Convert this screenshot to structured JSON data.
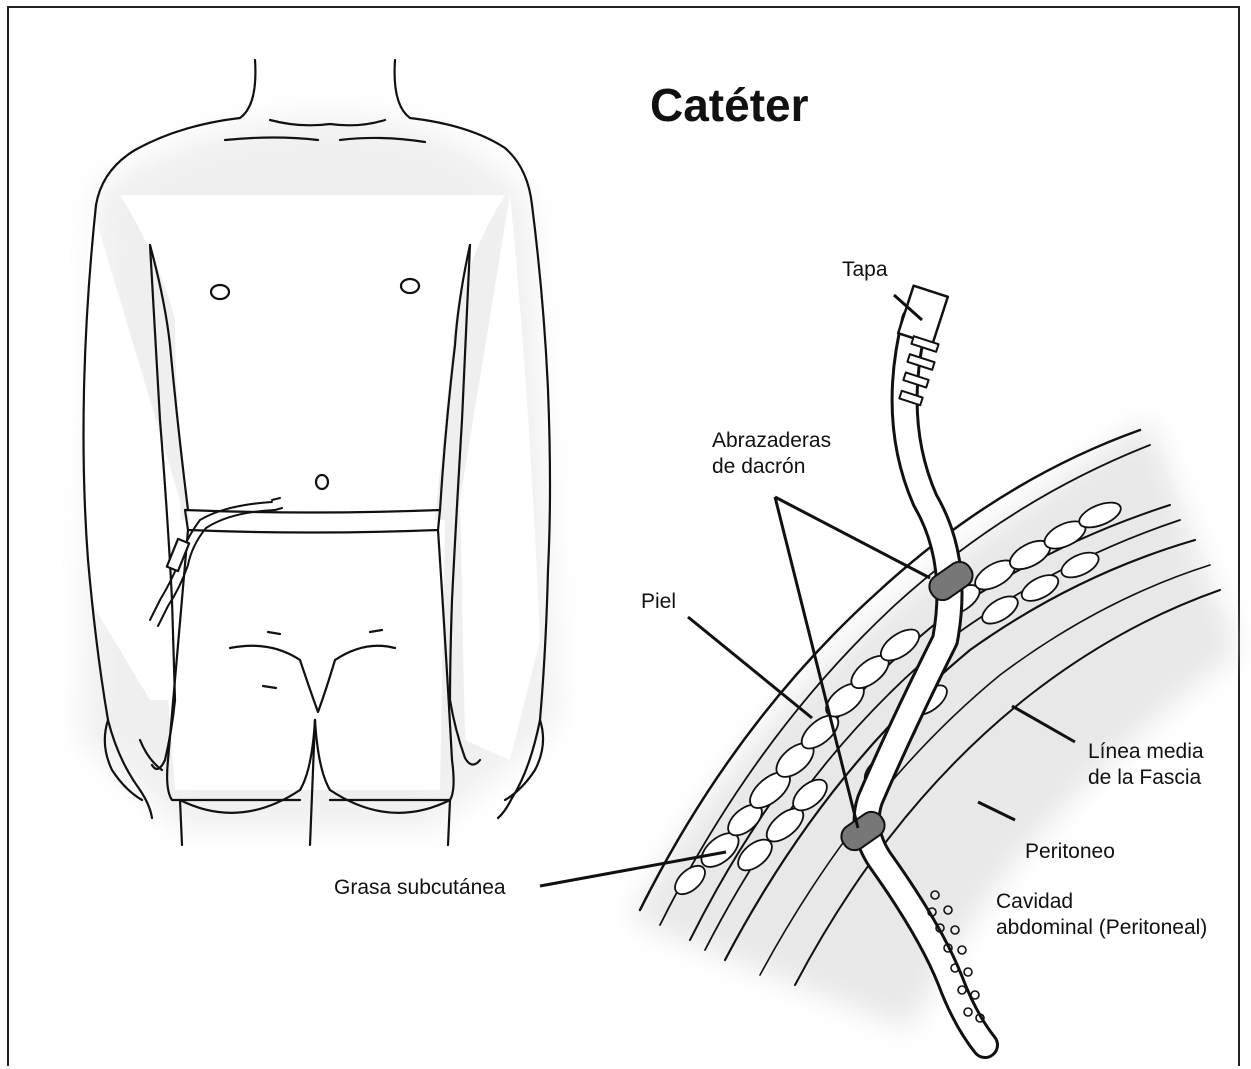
{
  "title": "Catéter",
  "labels": {
    "tapa": "Tapa",
    "abrazaderas_line1": "Abrazaderas",
    "abrazaderas_line2": "de dacrón",
    "piel": "Piel",
    "linea_line1": "Línea media",
    "linea_line2": "de la Fascia",
    "peritoneo": "Peritoneo",
    "cavidad_line1": "Cavidad",
    "cavidad_line2": "abdominal (Peritoneal)",
    "grasa": "Grasa subcutánea"
  },
  "colors": {
    "ink": "#111111",
    "background": "#ffffff",
    "shade": "#cfcfcf"
  }
}
